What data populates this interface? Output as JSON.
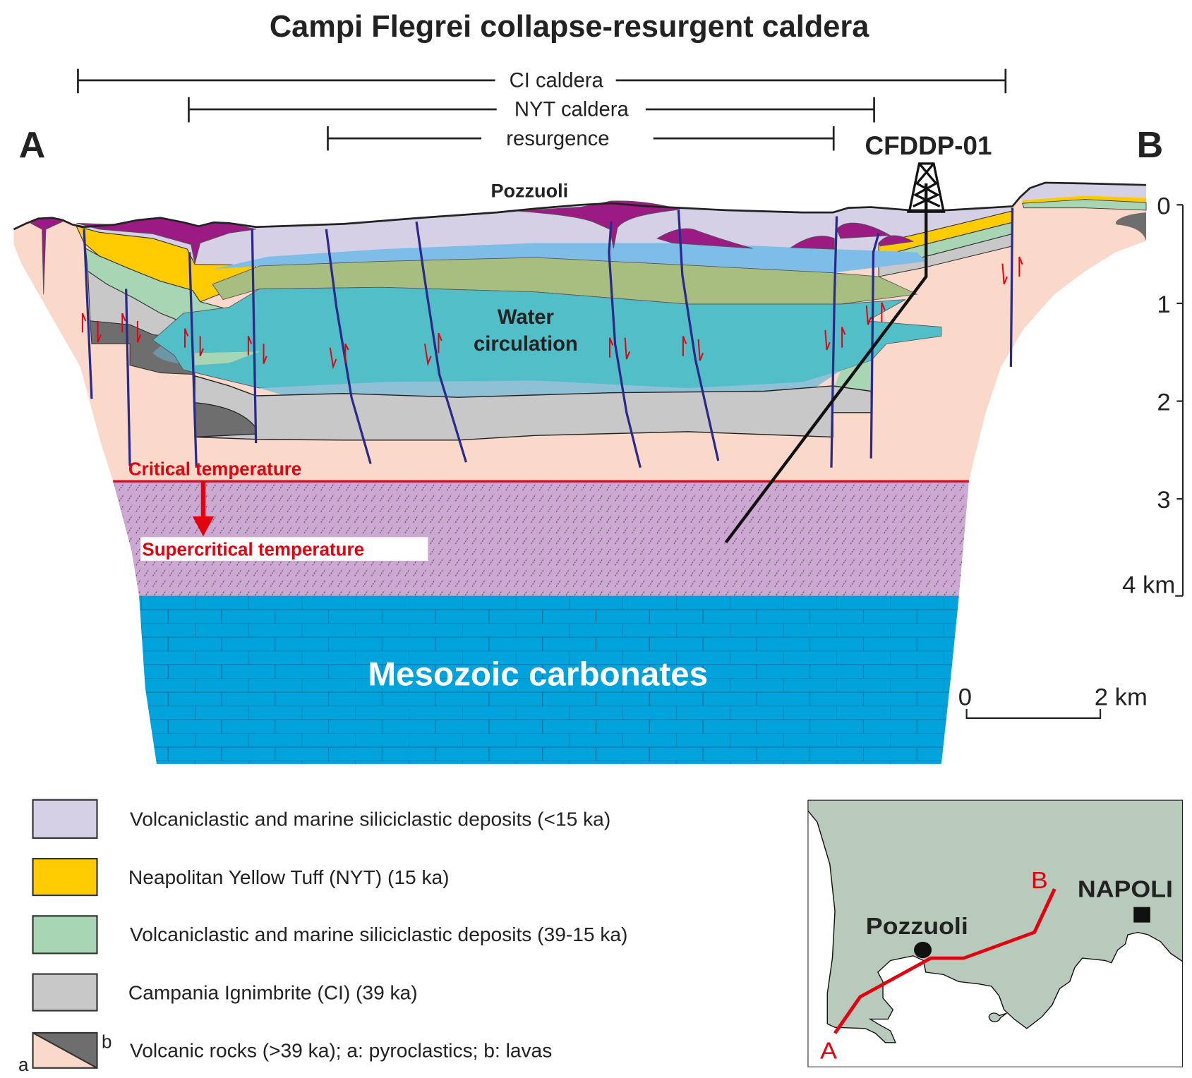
{
  "title": "Campi Flegrei collapse-resurgent caldera",
  "extent_bars": {
    "ci": "CI caldera",
    "nyt": "NYT caldera",
    "resurgence": "resurgence"
  },
  "section_ends": {
    "left": "A",
    "right": "B"
  },
  "well_label": "CFDDP-01",
  "town_label": "Pozzuoli",
  "water_label": [
    "Water",
    "circulation"
  ],
  "critical_label": "Critical temperature",
  "supercritical_label": "Supercritical temperature",
  "basement_label": "Mesozoic carbonates",
  "depth_axis": {
    "ticks": [
      "0",
      "1",
      "2",
      "3",
      "4 km"
    ]
  },
  "scale_bar": {
    "start": "0",
    "end": "2 km"
  },
  "legend": [
    {
      "label": "Volcaniclastic and marine siliciclastic deposits (<15 ka)",
      "color": "#d5d0e6"
    },
    {
      "label": "Neapolitan Yellow Tuff (NYT) (15 ka)",
      "color": "#fdcb00"
    },
    {
      "label": "Volcaniclastic and marine siliciclastic deposits (39-15 ka)",
      "color": "#a8d6b4"
    },
    {
      "label": "Campania Ignimbrite (CI) (39 ka)",
      "color": "#c8c8c8"
    },
    {
      "label": "Volcanic rocks (>39 ka); a: pyroclastics;  b: lavas",
      "color_a": "#fad9cb",
      "color_b": "#6e6e6e",
      "mark_a": "a",
      "mark_b": "b"
    }
  ],
  "inset_map": {
    "town": "Pozzuoli",
    "city": "NAPOLI",
    "start": "A",
    "end": "B",
    "land_color": "#b8cabb",
    "line_color": "#e3000f"
  },
  "colors": {
    "fault": "#2b2a8a",
    "critical": "#e3000f",
    "supercritical_zone": "#cda8d2",
    "carbonates": "#00a3dc",
    "water": "#52bec8"
  }
}
